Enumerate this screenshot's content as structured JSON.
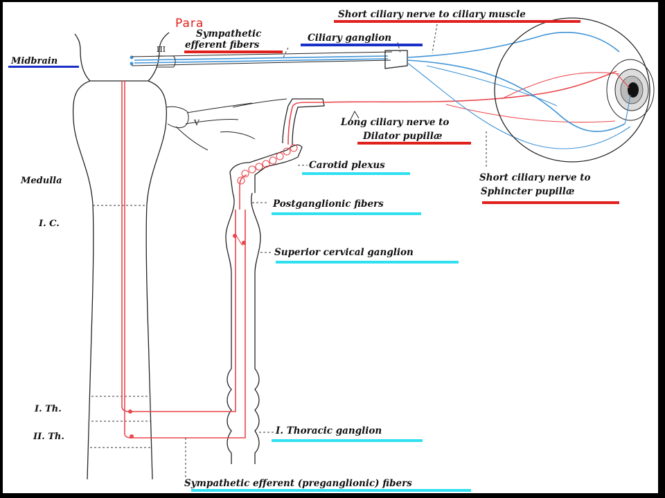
{
  "annotations": {
    "handwritten": "Para"
  },
  "labels": {
    "midbrain": "Midbrain",
    "medulla": "Medulla",
    "ic": "I. C.",
    "ith": "I. Th.",
    "iith": "II. Th.",
    "nerve_iii": "III",
    "nerve_v": "V",
    "symp_line1": "Sympathetic",
    "symp_line2": "efferent fibers",
    "ciliary_ganglion": "Ciliary ganglion",
    "short_ciliary_muscle": "Short ciliary nerve to ciliary muscle",
    "long_ciliary_line1": "Long ciliary nerve to",
    "long_ciliary_line2": "Dilator pupillæ",
    "carotid_plexus": "Carotid plexus",
    "short_sphincter_line1": "Short ciliary nerve to",
    "short_sphincter_line2": "Sphincter pupillæ",
    "postganglionic": "Postganglionic fibers",
    "superior_cervical": "Superior cervical ganglion",
    "thoracic_ganglion": "I. Thoracic ganglion",
    "preganglionic": "Sympathetic efferent (preganglionic) fibers"
  },
  "colors": {
    "sympathetic_pathway": "#e8464c",
    "parasympathetic_pathway": "#3f93d6",
    "underline_red": "#e0201c",
    "underline_blue": "#1a2fc8",
    "underline_cyan": "#2fe0f0",
    "handwriting": "#e0201c"
  }
}
